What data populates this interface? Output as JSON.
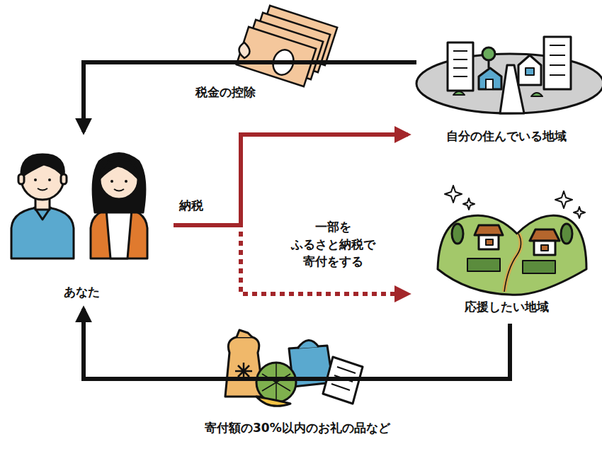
{
  "diagram": {
    "nodes": [
      {
        "text": [
          "あなた"
        ]
      },
      {
        "text": [
          "自分の住んでいる地域"
        ]
      },
      {
        "text": [
          "応援したい地域"
        ]
      }
    ],
    "edges": [
      {
        "from": 1,
        "to": 0,
        "arrow": "to",
        "label": "税金の控除"
      },
      {
        "from": 0,
        "to": 1,
        "arrow": "to",
        "label": "納税"
      },
      {
        "from": 0,
        "to": 2,
        "arrow": "to",
        "label": "一部を ふるさと納税で 寄付をする"
      },
      {
        "from": 2,
        "to": 0,
        "arrow": "to",
        "label": "寄付額の30%以内のお礼の品など"
      }
    ]
  }
}
